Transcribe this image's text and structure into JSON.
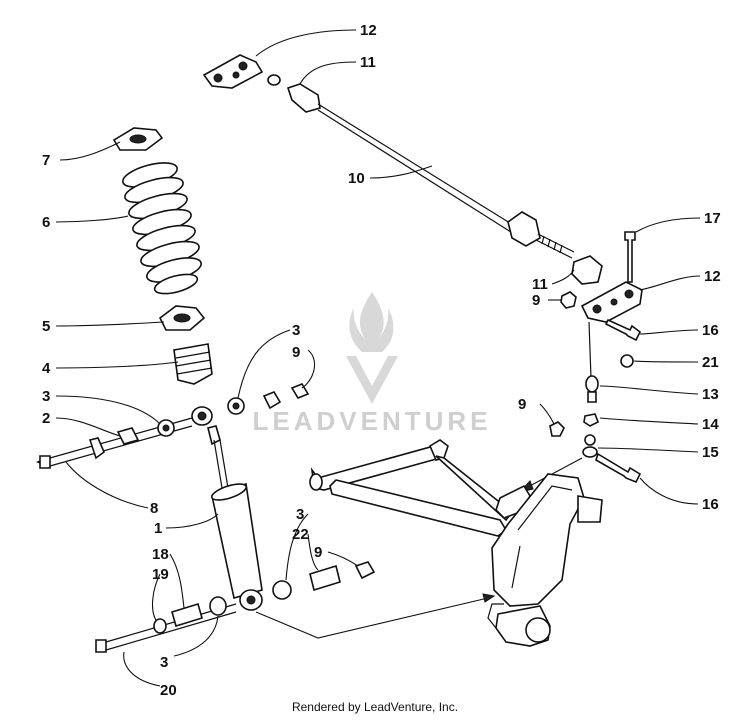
{
  "labels": {
    "l1": "1",
    "l2": "2",
    "l3a": "3",
    "l3b": "3",
    "l3c": "3",
    "l3d": "3",
    "l4": "4",
    "l5": "5",
    "l6": "6",
    "l7": "7",
    "l8": "8",
    "l9a": "9",
    "l9b": "9",
    "l9c": "9",
    "l9d": "9",
    "l10": "10",
    "l11a": "11",
    "l11b": "11",
    "l12a": "12",
    "l12b": "12",
    "l13": "13",
    "l14": "14",
    "l15": "15",
    "l16a": "16",
    "l16b": "16",
    "l17": "17",
    "l18": "18",
    "l19": "19",
    "l20": "20",
    "l21": "21",
    "l22": "22"
  },
  "watermark": "LEADVENTURE",
  "footer": "Rendered by LeadVenture, Inc."
}
